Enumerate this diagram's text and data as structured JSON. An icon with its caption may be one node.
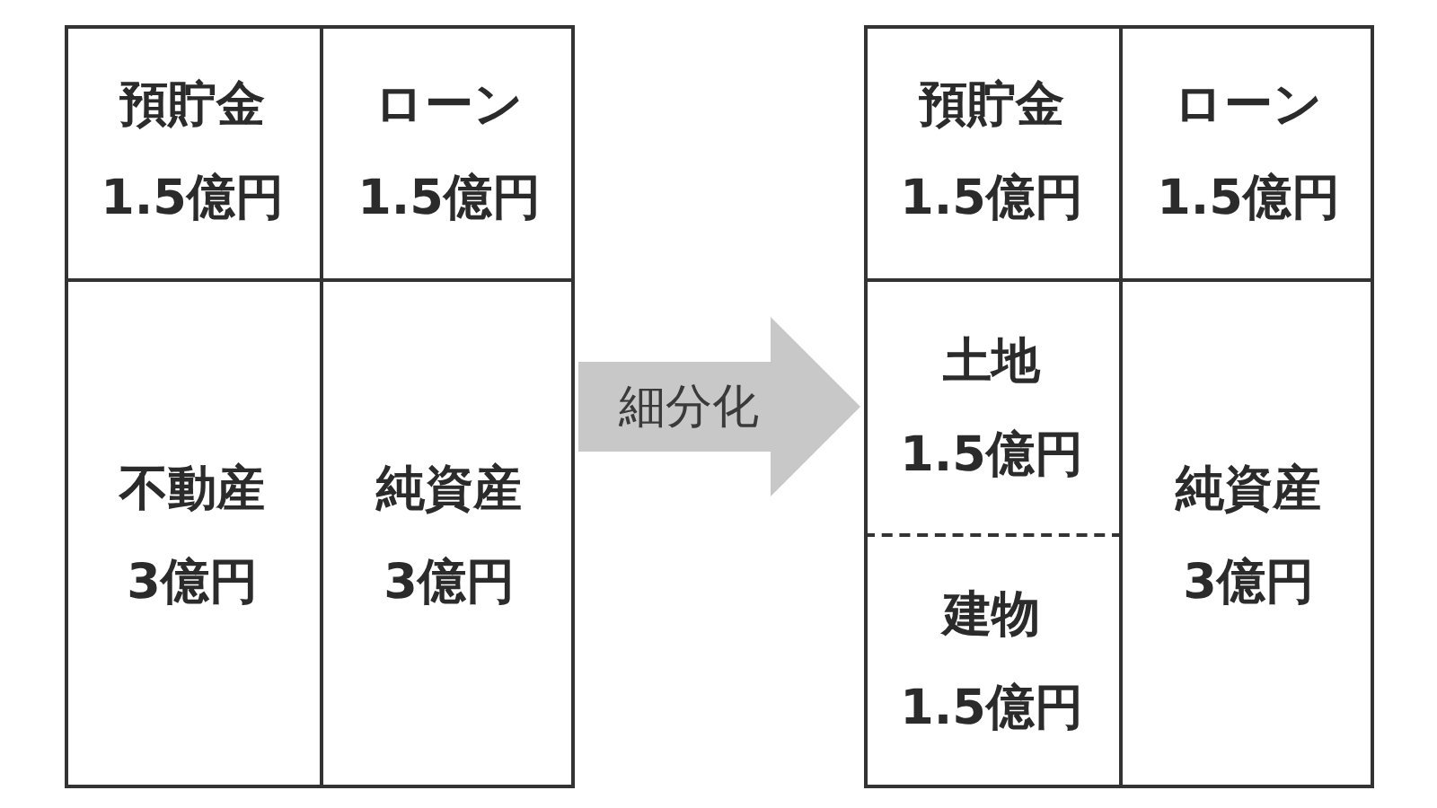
{
  "diagram": {
    "nodes": [
      {
        "text": [],
        "shape": "box"
      },
      {
        "text": [
          "預貯金",
          "1.5億円"
        ],
        "in": 0
      },
      {
        "text": [
          "ローン",
          "1.5億円"
        ],
        "in": 0
      },
      {
        "text": [
          "不動産",
          "3億円"
        ],
        "in": 0
      },
      {
        "text": [
          "純資産",
          "3億円"
        ],
        "in": 0
      },
      {
        "text": [],
        "shape": "box"
      },
      {
        "text": [
          "預貯金",
          "1.5億円"
        ],
        "in": 5
      },
      {
        "text": [
          "ローン",
          "1.5億円"
        ],
        "in": 5
      },
      {
        "text": [
          "土地",
          "1.5億円"
        ],
        "in": 5
      },
      {
        "text": [
          "純資産",
          "3億円"
        ],
        "in": 5
      },
      {
        "text": [
          "建物",
          "1.5億円"
        ],
        "in": 5
      }
    ],
    "edges": [
      {
        "from": 0,
        "to": 5,
        "arrow": "to",
        "label": "細分化"
      }
    ]
  }
}
